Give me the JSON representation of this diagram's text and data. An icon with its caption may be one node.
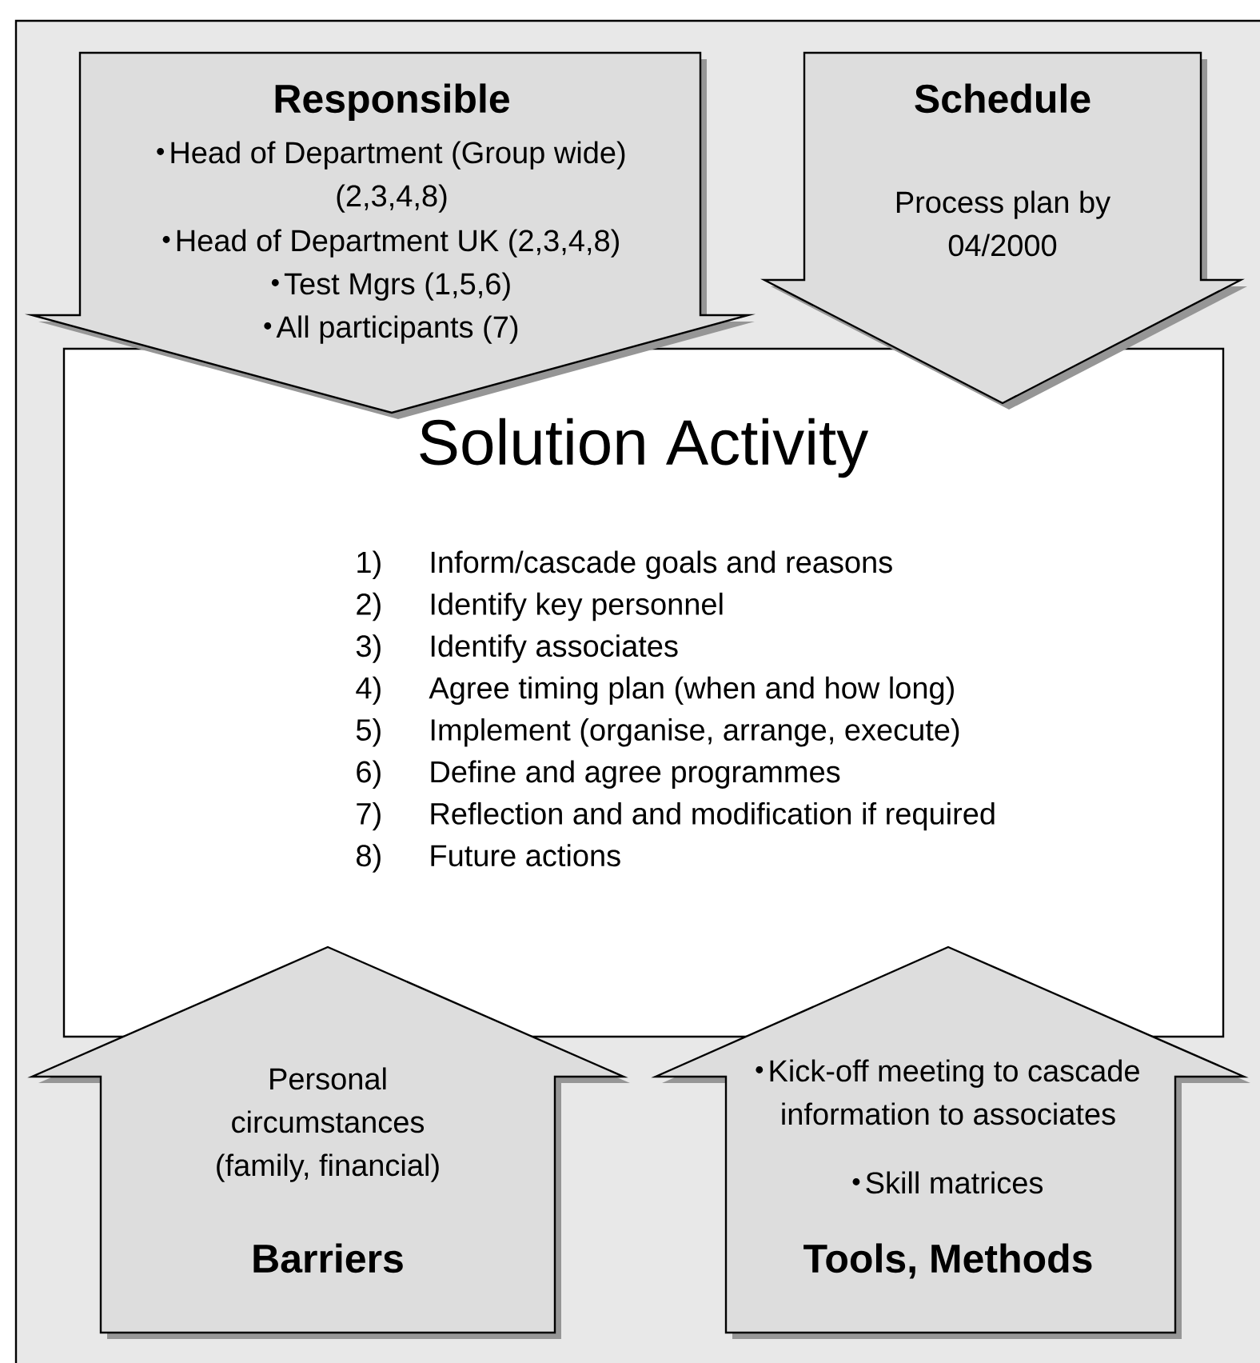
{
  "diagram": {
    "nodes": [
      {
        "text": [
          "Responsible",
          "Head of Department (Group wide) (2,3,4,8)",
          "Head of Department UK (2,3,4,8)",
          "Test Mgrs (1,5,6)",
          "All participants (7)"
        ]
      },
      {
        "text": [
          "Schedule",
          "Process plan by 04/2000"
        ]
      },
      {
        "text": [
          "Solution Activity",
          "1)",
          "Inform/cascade goals and reasons",
          "2)",
          "Identify key personnel",
          "3)",
          "Identify associates",
          "4)",
          "Agree timing plan (when and how long)",
          "5)",
          "Implement (organise, arrange, execute)",
          "6)",
          "Define and agree programmes",
          "7)",
          "Reflection and and modification if required",
          "8)",
          "Future actions"
        ]
      },
      {
        "text": [
          "Personal circumstances (family, financial)",
          "Barriers"
        ]
      },
      {
        "text": [
          "Kick-off meeting to cascade information to associates",
          "Skill matrices",
          "Tools, Methods"
        ]
      }
    ]
  }
}
